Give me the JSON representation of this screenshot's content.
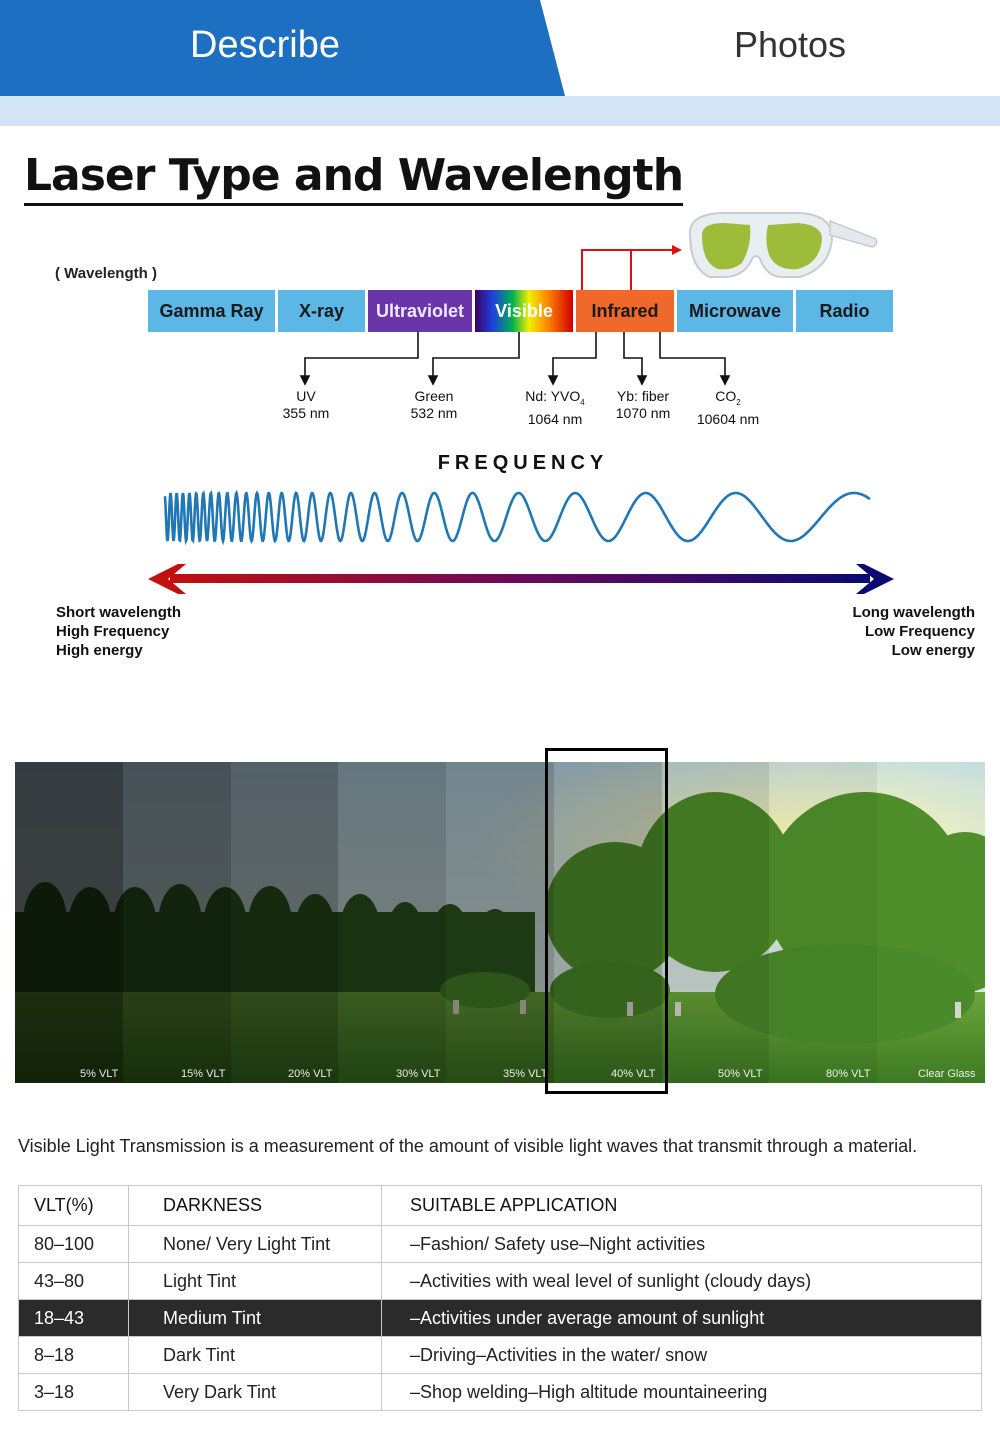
{
  "tabs": {
    "describe": "Describe",
    "photos": "Photos"
  },
  "title": "Laser Type and Wavelength",
  "wavelength_caption": "( Wavelength )",
  "spectrum": {
    "bands": [
      "Gamma Ray",
      "X-ray",
      "Ultraviolet",
      "Visible",
      "Infrared",
      "Microwave",
      "Radio"
    ],
    "lasers": [
      {
        "name": "UV",
        "value": "355 nm"
      },
      {
        "name": "Green",
        "value": "532 nm"
      },
      {
        "name": "Nd: YVO",
        "sub": "4",
        "value": "1064 nm"
      },
      {
        "name": "Yb: fiber",
        "value": "1070 nm"
      },
      {
        "name": "CO",
        "sub": "2",
        "value": "10604 nm"
      }
    ]
  },
  "frequency_title": "FREQUENCY",
  "short_side": {
    "line1": "Short wavelength",
    "line2": "High Frequency",
    "line3": "High energy"
  },
  "long_side": {
    "line1": "Long wavelength",
    "line2": "Low Frequency",
    "line3": "Low energy"
  },
  "vlt_labels": [
    "5% VLT",
    "15% VLT",
    "20% VLT",
    "30% VLT",
    "35% VLT",
    "40% VLT",
    "50% VLT",
    "80% VLT",
    "Clear Glass"
  ],
  "description": "Visible Light Transmission is a measurement of the amount of visible light waves that transmit through a material.",
  "table": {
    "headers": [
      "VLT(%)",
      "DARKNESS",
      "SUITABLE APPLICATION"
    ],
    "rows": [
      [
        "80–100",
        "None/ Very Light Tint",
        "–Fashion/ Safety use–Night activities"
      ],
      [
        "43–80",
        "Light Tint",
        "–Activities with weal level of sunlight (cloudy days)"
      ],
      [
        "18–43",
        "Medium Tint",
        "–Activities under average amount of sunlight"
      ],
      [
        "8–18",
        "Dark Tint",
        "–Driving–Activities in the water/ snow"
      ],
      [
        "3–18",
        "Very Dark Tint",
        "–Shop welding–High altitude mountaineering"
      ]
    ],
    "highlight_row": 2
  },
  "colors": {
    "accent": "#1c6fc1",
    "tab_strip": "#d4e4f7",
    "infrared": "#f0682a",
    "ultraviolet": "#6a35a8",
    "arrow": "#e01010"
  }
}
